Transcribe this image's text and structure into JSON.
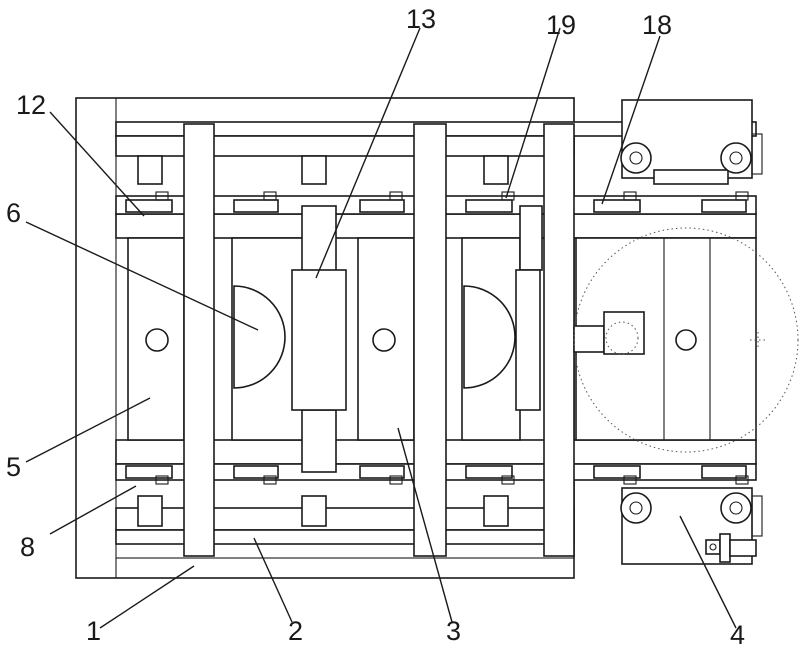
{
  "labels": {
    "l1": "1",
    "l2": "2",
    "l3": "3",
    "l4": "4",
    "l5": "5",
    "l6": "6",
    "l8": "8",
    "l12": "12",
    "l13": "13",
    "l18": "18",
    "l19": "19"
  }
}
